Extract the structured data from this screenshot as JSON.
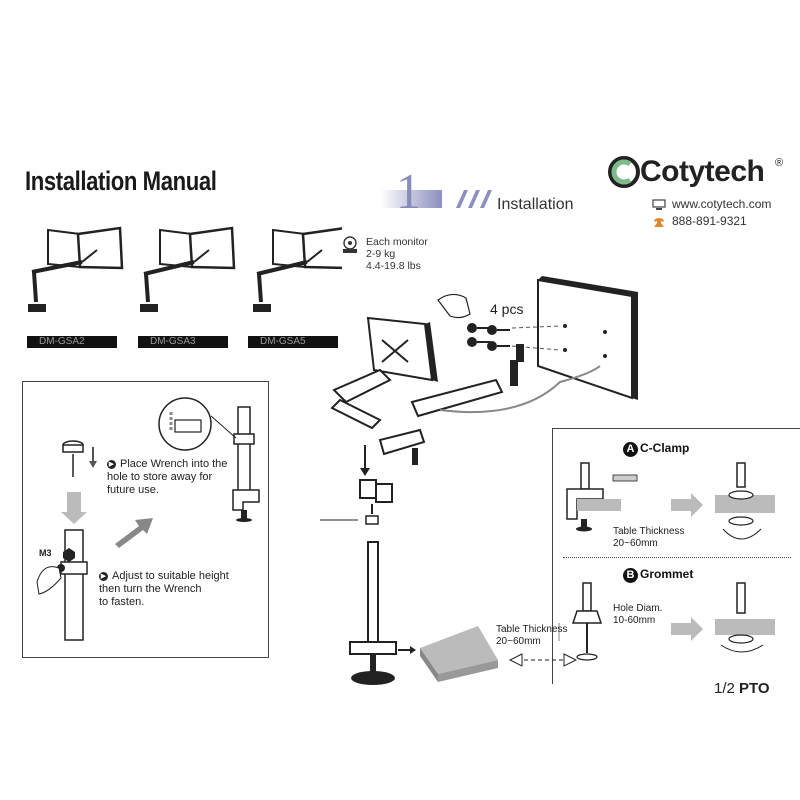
{
  "header": {
    "title": "Installation Manual",
    "step_number": "1",
    "step_label": "Installation"
  },
  "brand": {
    "name": "Cotytech",
    "registered": "®",
    "website": "www.cotytech.com",
    "phone": "888-891-9321",
    "logo_icon": "cotytech-logo-icon",
    "web_icon": "computer-icon",
    "phone_icon": "phone-icon"
  },
  "models": [
    {
      "label": "DM-GSA2"
    },
    {
      "label": "DM-GSA3"
    },
    {
      "label": "DM-GSA5"
    }
  ],
  "weight_spec": {
    "line1": "Each monitor",
    "line2": "2-9 kg",
    "line3": "4.4-19.8 lbs"
  },
  "screws": {
    "label": "4 pcs"
  },
  "pole_steps": {
    "step1_line1": "Place Wrench into the",
    "step1_line2": "hole to store away for",
    "step1_line3": "future use.",
    "step2_line1": "Adjust to suitable height",
    "step2_line2": "then turn the Wrench",
    "step2_line3": "to fasten.",
    "screw_size": "M3"
  },
  "options": {
    "a_letter": "A",
    "a_label": "C-Clamp",
    "a_thickness_label": "Table Thickness",
    "a_thickness_range": "20~60mm",
    "b_letter": "B",
    "b_label": "Grommet",
    "b_hole_label": "Hole Diam.",
    "b_hole_range": "10-60mm"
  },
  "base_table": {
    "thickness_label": "Table Thickness",
    "thickness_range": "20~60mm"
  },
  "page": {
    "number": "1/2",
    "pto": "PTO"
  },
  "colors": {
    "accent_band": "#9ea0c8",
    "brand_green": "#7dbb8a",
    "ink": "#222222"
  }
}
